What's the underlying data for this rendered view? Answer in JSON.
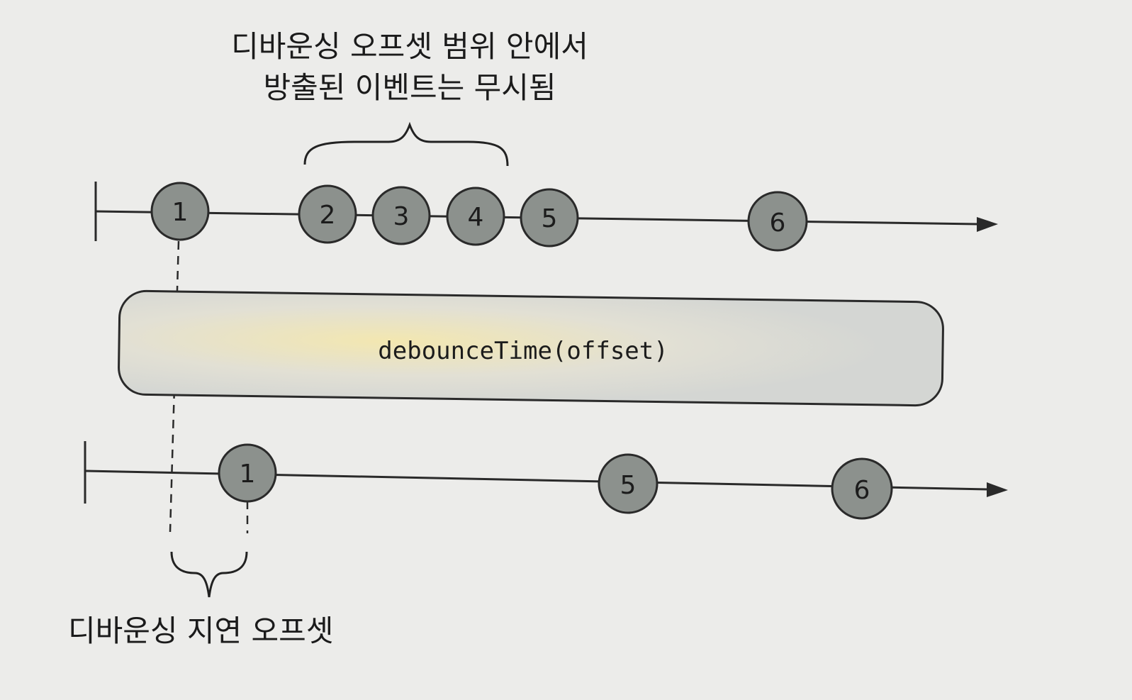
{
  "annotations": {
    "ignored_line1": "디바운싱 오프셋 범위 안에서",
    "ignored_line2": "방출된 이벤트는 무시됨",
    "delay_label": "디바운싱 지연 오프셋"
  },
  "operator": {
    "label": "debounceTime(offset)"
  },
  "input_stream": {
    "events": [
      "1",
      "2",
      "3",
      "4",
      "5",
      "6"
    ]
  },
  "output_stream": {
    "events": [
      "1",
      "5",
      "6"
    ]
  },
  "colors": {
    "marble_fill": "#8c918d",
    "marble_stroke": "#2a2a2a",
    "line": "#2a2a2a",
    "operator_fill": "#d9dbd8",
    "operator_highlight": "#f1e6b4"
  }
}
